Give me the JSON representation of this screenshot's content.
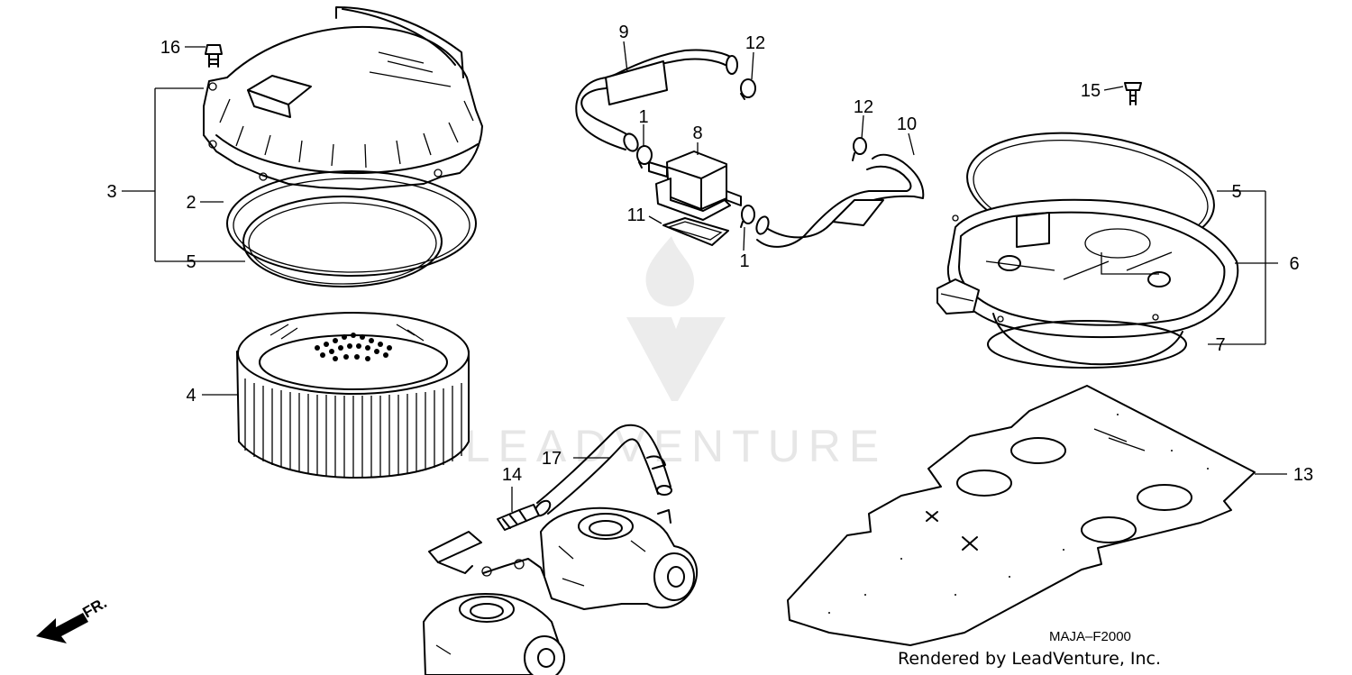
{
  "callouts": {
    "c16": "16",
    "c3": "3",
    "c2": "2",
    "c5a": "5",
    "c4": "4",
    "c9": "9",
    "c12a": "12",
    "c1a": "1",
    "c8": "8",
    "c11": "11",
    "c1b": "1",
    "c12b": "12",
    "c10": "10",
    "c15": "15",
    "c5b": "5",
    "c6": "6",
    "c7": "7",
    "c17": "17",
    "c14": "14",
    "c13": "13"
  },
  "direction_label": "FR.",
  "diagram_code": "MAJA–F2000",
  "watermark": "LEADVENTURE",
  "credit": "Rendered by LeadVenture, Inc.",
  "colors": {
    "line": "#000000",
    "watermark": "#e6e6e6",
    "background": "#ffffff"
  }
}
